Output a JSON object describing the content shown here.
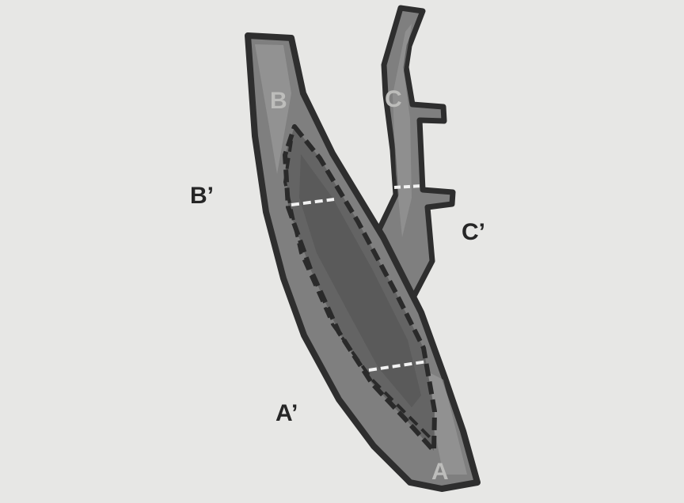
{
  "labels": {
    "inner": {
      "a": "A",
      "b": "B",
      "c": "C"
    },
    "outer": {
      "a_prime": "A’",
      "b_prime": "B’",
      "c_prime": "C’"
    }
  },
  "colors": {
    "background": "#e7e7e5",
    "outline": "#2e2e2e",
    "vessel_fill": "#7f7f7f",
    "vessel_highlight": "#a3a3a3",
    "inner_fill": "#646464",
    "inner_dark": "#565656",
    "cut_line": "#f2f2f2",
    "inner_label": "#bdbdbb",
    "outer_label": "#262626"
  }
}
